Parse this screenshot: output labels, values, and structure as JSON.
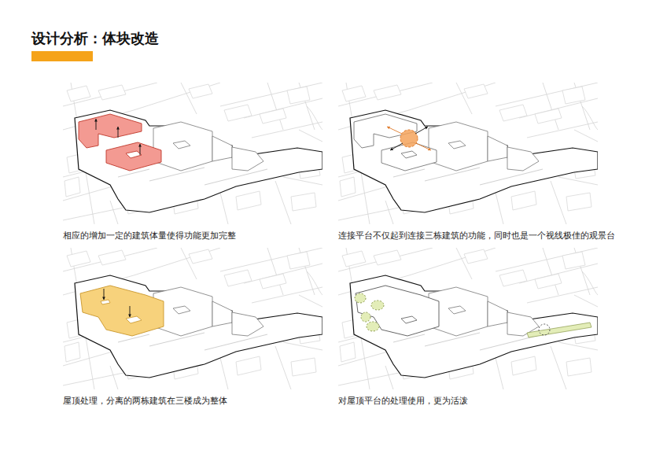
{
  "diagram": {
    "title": "设计分析：体块改造",
    "labels": [
      "相应的增加一定的建筑体量使得功能更加完整",
      "连接平台不仅起到连接三栋建筑的功能，同时也是一个视线极佳的观景台",
      "屋顶处理，分离的两栋建筑在三楼成为整体",
      "对屋顶平台的处理使用，更为活泼"
    ]
  }
}
